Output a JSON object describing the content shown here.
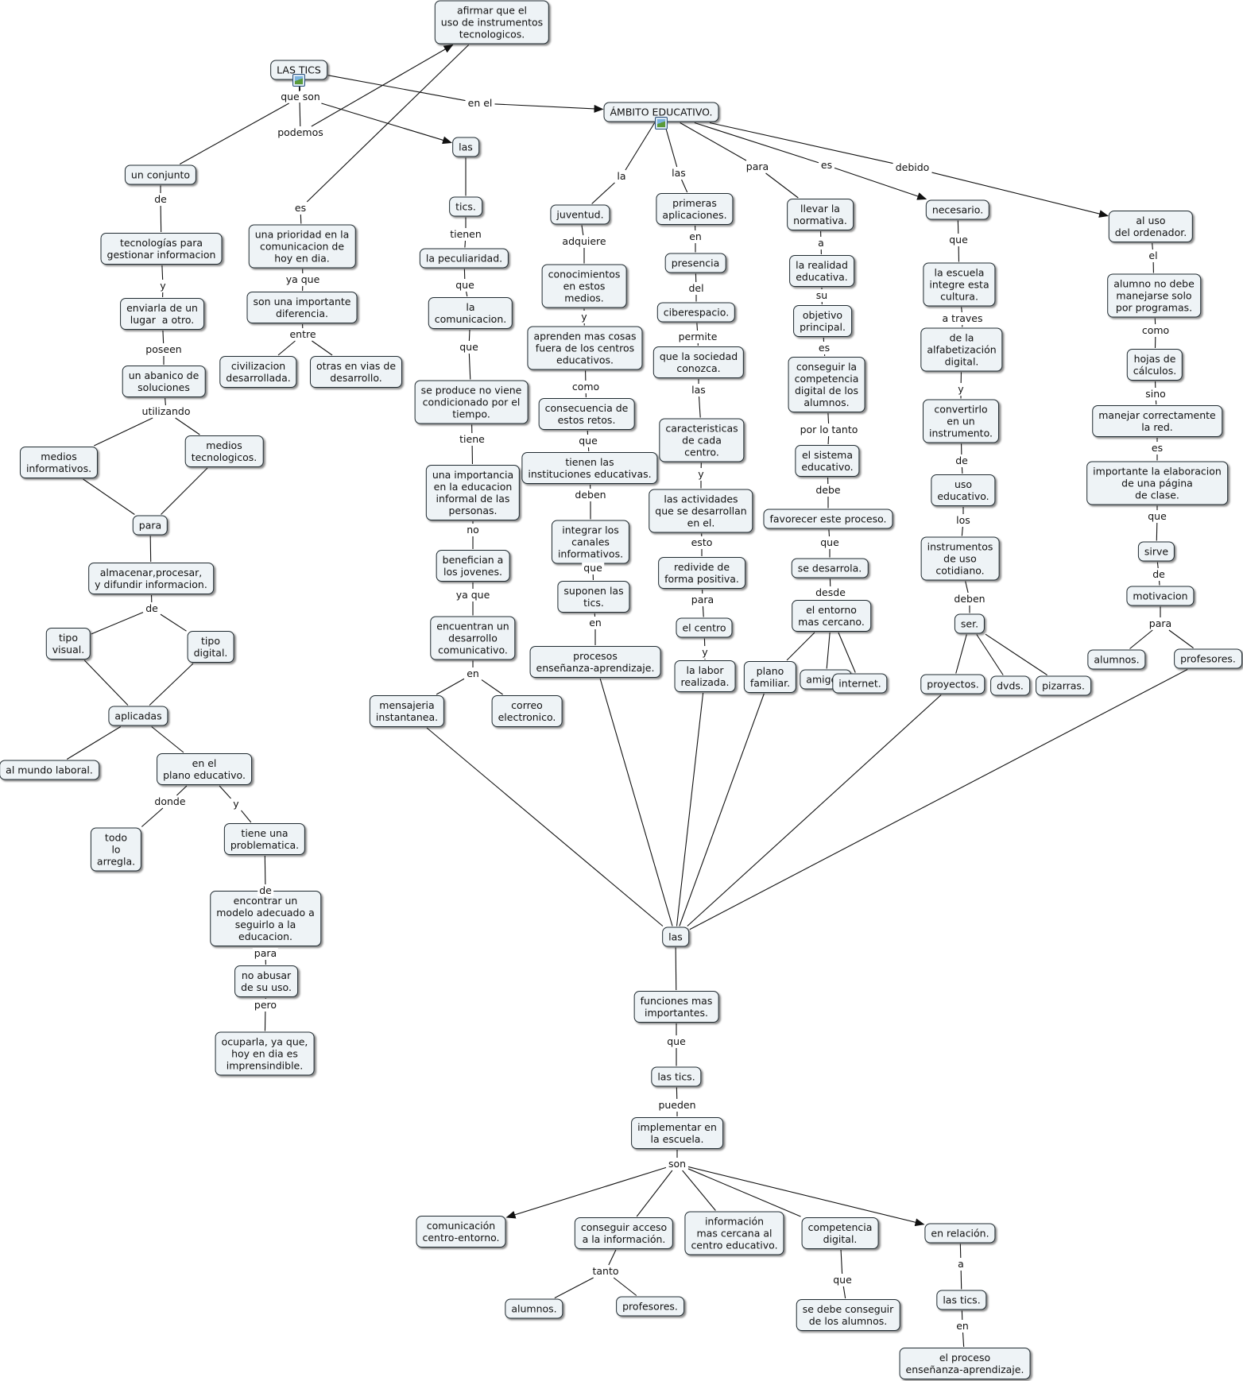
{
  "nodes": {
    "las_tics": "LAS TICS",
    "afirmar": "afirmar que el\nuso de instrumentos\ntecnologicos.",
    "ambito": "ÁMBITO EDUCATIVO.",
    "un_conjunto": "un conjunto",
    "tecnologias": "tecnologías para\ngestionar informacion",
    "enviarla": "enviarla de un\nlugar  a otro.",
    "abanico": "un abanico de\nsoluciones",
    "medios_inf": "medios\ninformativos.",
    "medios_tec": "medios\ntecnologicos.",
    "para_node": "para",
    "almacenar": "almacenar,procesar,\ny difundir informacion.",
    "tipo_visual": "tipo\nvisual.",
    "tipo_digital": "tipo\ndigital.",
    "aplicadas": "aplicadas",
    "laboral": "al mundo laboral.",
    "plano_educ": "en el\nplano educativo.",
    "todo": "todo\nlo\narregla.",
    "problematica": "tiene una\nproblematica.",
    "encontrar": "encontrar un\nmodelo adecuado a\nseguirlo a la\neducacion.",
    "no_abusar": "no abusar\nde su uso.",
    "ocuparla": "ocuparla, ya que,\nhoy en dia es\nimprensindible.",
    "prioridad": "una prioridad en la\ncomunicacion de\nhoy en dia.",
    "diferencia": "son una importante\ndiferencia.",
    "civilizacion": "civilizacion\ndesarrollada.",
    "otras": "otras en vias de\ndesarrollo.",
    "las_top": "las",
    "tics_node": "tics.",
    "peculiaridad": "la peculiaridad.",
    "comunicacion": "la\ncomunicacion.",
    "produce": "se produce no viene\ncondicionado por el\ntiempo.",
    "importancia": "una importancia\nen la educacion\ninformal de las\npersonas.",
    "benefician": "benefician a\nlos jovenes.",
    "encuentran": "encuentran un\ndesarrollo\ncomunicativo.",
    "mensajeria": "mensajeria\ninstantanea.",
    "correo": "correo\nelectronico.",
    "juventud": "juventud.",
    "conocimientos": "conocimientos\nen estos\nmedios.",
    "aprenden": "aprenden mas cosas\nfuera de los centros\neducativos.",
    "consecuencia": "consecuencia de\nestos retos.",
    "tienen": "tienen las\ninstituciones educativas.",
    "integrar": "integrar los\ncanales\ninformativos.",
    "suponen": "suponen las\ntics.",
    "procesos": "procesos\nenseñanza-aprendizaje.",
    "primeras": "primeras\naplicaciones.",
    "presencia": "presencia",
    "ciberespacio": "ciberespacio.",
    "sociedad": "que la sociedad\nconozca.",
    "caracteristicas": "caracteristicas\nde cada\ncentro.",
    "actividades": "las actividades\nque se desarrollan\nen el.",
    "redivide": "redivide de\nforma positiva.",
    "centro": "el centro",
    "labor": "la labor\nrealizada.",
    "normativa": "llevar la\nnormativa.",
    "realidad": "la realidad\neducativa.",
    "objetivo": "objetivo\nprincipal.",
    "conseguir_comp": "conseguir la\ncompetencia\ndigital de los\nalumnos.",
    "sistema": "el sistema\neducativo.",
    "favorecer": "favorecer este proceso.",
    "desarrola": "se desarrola.",
    "entorno": "el entorno\nmas cercano.",
    "plano_fam": "plano\nfamiliar.",
    "amigos": "amigos.",
    "internet": "internet.",
    "necesario": "necesario.",
    "escuela": "la escuela\nintegre esta\ncultura.",
    "alfabetizacion": "de la\nalfabetización\ndigital.",
    "convertirlo": "convertirlo\nen un\ninstrumento.",
    "uso_educ": "uso\neducativo.",
    "instrumentos": "instrumentos\nde uso\ncotidiano.",
    "ser": "ser.",
    "proyectos": "proyectos.",
    "dvds": "dvds.",
    "pizarras": "pizarras.",
    "uso_ord": "al uso\ndel ordenador.",
    "alumno_no": "alumno no debe\nmanejarse solo\npor programas.",
    "hojas": "hojas de\ncálculos.",
    "manejar": "manejar correctamente\nla red.",
    "elaboracion": "importante la elaboracion\nde una página\nde clase.",
    "sirve": "sirve",
    "motivacion": "motivacion",
    "alumnos_r": "alumnos.",
    "profesores_r": "profesores.",
    "las_hub": "las",
    "funciones": "funciones mas\nimportantes.",
    "las_tics2": "las tics.",
    "implementar": "implementar en\nla escuela.",
    "com_centro": "comunicación\ncentro-entorno.",
    "acceso": "conseguir acceso\na la información.",
    "info_cercana": "información\nmas cercana al\ncentro educativo.",
    "competencia": "competencia\ndigital.",
    "relacion": "en relación.",
    "alumnos_b": "alumnos.",
    "profesores_b": "profesores.",
    "se_debe": "se debe conseguir\nde los alumnos.",
    "las_tics3": "las tics.",
    "proceso_ea": "el proceso\nenseñanza-aprendizaje."
  },
  "labels": {
    "que_son": "que son",
    "podemos": "podemos",
    "en_el": "en el",
    "de1": "de",
    "y1": "y",
    "poseen": "poseen",
    "utilizando": "utilizando",
    "de2": "de",
    "donde": "donde",
    "y2": "y",
    "de3": "de",
    "para1": "para",
    "pero": "pero",
    "es1": "es",
    "ya_que1": "ya que",
    "entre": "entre",
    "tienen_l": "tienen",
    "que1": "que",
    "que2": "que",
    "tiene": "tiene",
    "no": "no",
    "ya_que2": "ya que",
    "en1": "en",
    "la": "la",
    "adquiere": "adquiere",
    "y3": "y",
    "como1": "como",
    "que3": "que",
    "deben1": "deben",
    "que4": "que",
    "en2": "en",
    "las_l": "las",
    "en3": "en",
    "del": "del",
    "permite": "permite",
    "las_l2": "las",
    "y4": "y",
    "esto": "esto",
    "para2": "para",
    "y5": "y",
    "para3": "para",
    "a1": "a",
    "su": "su",
    "es2": "es",
    "por_lo_tanto": "por lo tanto",
    "debe": "debe",
    "que5": "que",
    "desde": "desde",
    "es3": "es",
    "que6": "que",
    "a_traves": "a traves",
    "y6": "y",
    "de4": "de",
    "los": "los",
    "deben2": "deben",
    "debido": "debido",
    "el": "el",
    "como2": "como",
    "sino": "sino",
    "es4": "es",
    "que7": "que",
    "de5": "de",
    "para4": "para",
    "que8": "que",
    "pueden": "pueden",
    "son": "son",
    "tanto": "tanto",
    "que9": "que",
    "a2": "a",
    "en4": "en"
  }
}
